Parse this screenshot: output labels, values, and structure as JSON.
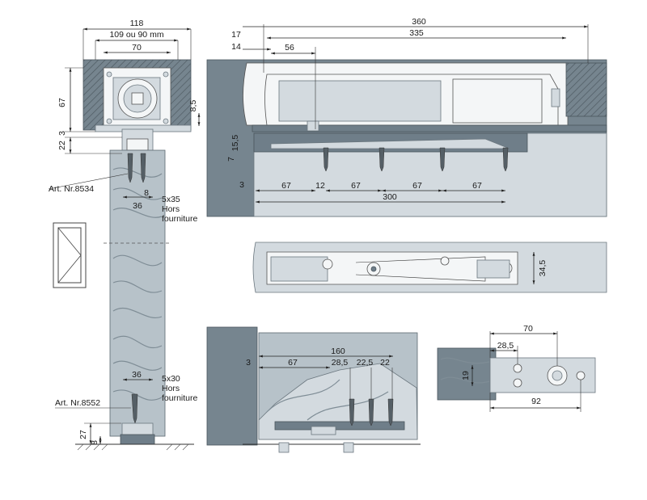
{
  "front_view": {
    "dims": {
      "overall_width": "118",
      "adjust_width": "109 ou 90 mm",
      "inner_width": "70",
      "height_67": "67",
      "height_22": "22",
      "height_3": "3",
      "height_8_5": "8,5",
      "screw_top_8": "8",
      "screw_top_36": "36",
      "screw_bottom_36": "36",
      "bottom_27": "27",
      "bottom_8": "8"
    },
    "labels": {
      "art_top": "Art. Nr.8534",
      "art_bottom": "Art. Nr.8552",
      "screw_top_size": "5x35",
      "screw_top_note_1": "Hors",
      "screw_top_note_2": "fourniture",
      "screw_bottom_size": "5x30",
      "screw_bottom_note_1": "Hors",
      "screw_bottom_note_2": "fourniture"
    }
  },
  "side_view": {
    "dims": {
      "total_360": "360",
      "d_335": "335",
      "d_17": "17",
      "d_14": "14",
      "d_56": "56",
      "d_15_5": "15,5",
      "d_7": "7",
      "d_3": "3",
      "d_67a": "67",
      "d_12": "12",
      "d_67b": "67",
      "d_67c": "67",
      "d_67d": "67",
      "d_300": "300"
    }
  },
  "top_view": {
    "dims": {
      "d_34_5": "34,5"
    }
  },
  "bottom_view": {
    "dims": {
      "d_3": "3",
      "d_160": "160",
      "d_67": "67",
      "d_28_5": "28,5",
      "d_22_5": "22,5",
      "d_22": "22"
    }
  },
  "plate_view": {
    "dims": {
      "d_70": "70",
      "d_28_5": "28,5",
      "d_19": "19",
      "d_92": "92"
    }
  },
  "colors": {
    "steel": "#6f7e89",
    "wood": "#b7c2c9",
    "light": "#d3dadf"
  }
}
